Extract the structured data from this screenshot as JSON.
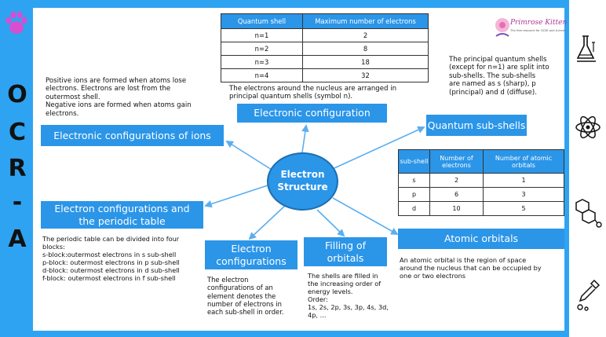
{
  "sidebar": {
    "letters": [
      "O",
      "C",
      "R",
      "-",
      "A"
    ]
  },
  "logo": {
    "name": "Primrose Kitten",
    "tagline": "The free resource for GCSE and A-level"
  },
  "center": {
    "line1": "Electron",
    "line2": "Structure"
  },
  "quantum_table": {
    "headers": [
      "Quantum shell",
      "Maximum number of electrons"
    ],
    "rows": [
      [
        "n=1",
        "2"
      ],
      [
        "n=2",
        "8"
      ],
      [
        "n=3",
        "18"
      ],
      [
        "n=4",
        "32"
      ]
    ]
  },
  "subshell_table": {
    "headers": [
      "sub-shell",
      "Number of electrons",
      "Number of atomic orbitals"
    ],
    "rows": [
      [
        "s",
        "2",
        "1"
      ],
      [
        "p",
        "6",
        "3"
      ],
      [
        "d",
        "10",
        "5"
      ]
    ]
  },
  "boxes": {
    "electronic_configuration": "Electronic configuration",
    "quantum_subshells": "Quantum sub-shells",
    "ions": "Electronic configurations of ions",
    "periodic_table_line1": "Electron configurations and",
    "periodic_table_line2": "the periodic table",
    "electron_configurations_line1": "Electron",
    "electron_configurations_line2": "configurations",
    "filling_line1": "Filling of",
    "filling_line2": "orbitals",
    "atomic_orbitals": "Atomic orbitals"
  },
  "texts": {
    "arranged_line1": "The electrons around the nucleus are arranged in",
    "arranged_line2": "principal quantum shells (symbol n).",
    "quantum_line1": "The principal quantum shells",
    "quantum_line2": "(except for n=1) are split into",
    "quantum_line3": "sub-shells.  The  sub-shells",
    "quantum_line4": "are named as s (sharp), p",
    "quantum_line5": "(principal) and d (diffuse).",
    "ions_line1": "Positive ions are formed when atoms lose",
    "ions_line2": "electrons.  Electrons  are  lost  from  the",
    "ions_line3": "outermost shell.",
    "ions_line4": "Negative ions are formed when atoms gain",
    "ions_line5": "electrons.",
    "periodic_line1": "The periodic table can be divided into four",
    "periodic_line2": "blocks:",
    "periodic_line3": "s-block:outermost electrons in s sub-shell",
    "periodic_line4": "p-block: outermost electrons in p sub-shell",
    "periodic_line5": "d-block: outermost electrons in d sub-shell",
    "periodic_line6": "f-block: outermost electrons in f sub-shell",
    "config_line1": "The electron",
    "config_line2": "configurations of an",
    "config_line3": "element denotes the",
    "config_line4": "number of electrons in",
    "config_line5": "each sub-shell in order.",
    "filling_line1": "The shells are filled in",
    "filling_line2": "the increasing order of",
    "filling_line3": "energy levels.",
    "filling_line4": "Order:",
    "filling_line5": "1s, 2s, 2p, 3s, 3p, 4s, 3d,",
    "filling_line6": "4p, ...",
    "orbital_line1": "An atomic orbital is the region of space",
    "orbital_line2": "around the nucleus that can be occupied by",
    "orbital_line3": "one or two electrons"
  },
  "icons": [
    "paw-icon",
    "lab-flask-icon",
    "atom-icon",
    "molecule-icon",
    "pipette-icon"
  ],
  "colors": {
    "frame": "#2ea3f2",
    "box": "#2b95e8",
    "arrow": "#5aaef0"
  }
}
